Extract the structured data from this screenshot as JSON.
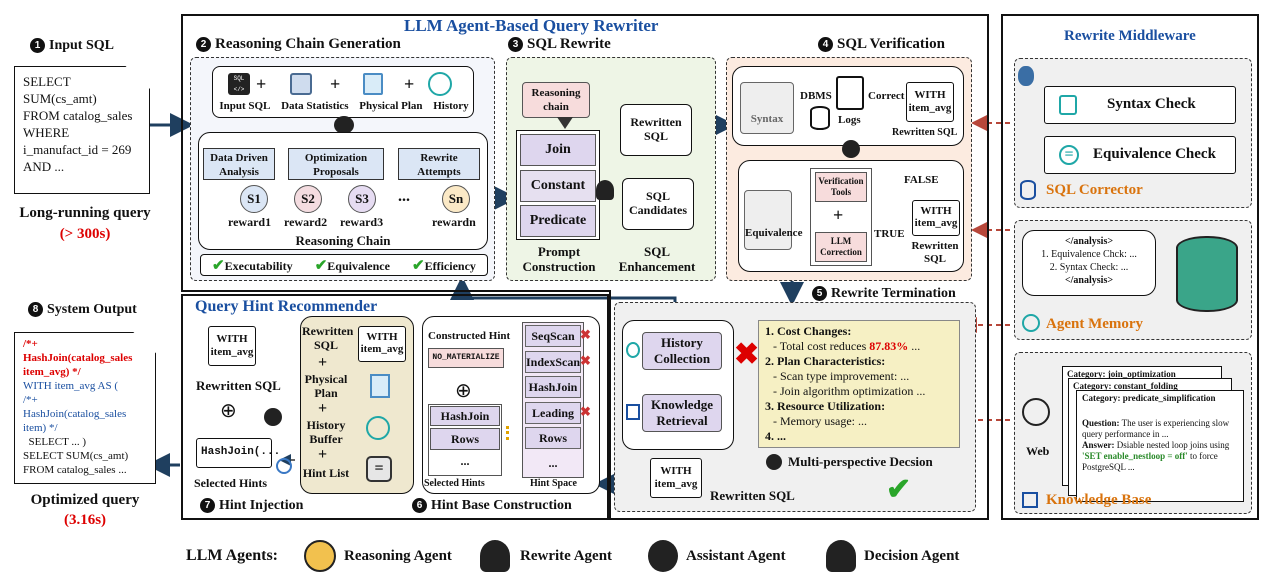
{
  "input": {
    "num": "1",
    "title": "Input SQL",
    "sql_lines": [
      "SELECT",
      "SUM(cs_amt)",
      "FROM catalog_sales",
      "WHERE",
      "i_manufact_id = 269",
      "AND ..."
    ],
    "caption": "Long-running query",
    "time": "(> 300s)"
  },
  "output": {
    "num": "8",
    "title": "System Output",
    "sql_lines": [
      {
        "text": "/*+",
        "color": "#d00"
      },
      {
        "text": "HashJoin(catalog_sales",
        "color": "#d00"
      },
      {
        "text": "item_avg) */",
        "color": "#d00"
      },
      {
        "text": "WITH item_avg AS (",
        "color": "#1a4fa0"
      },
      {
        "text": "/*+",
        "color": "#1a4fa0"
      },
      {
        "text": "HashJoin(catalog_sales",
        "color": "#1a4fa0"
      },
      {
        "text": "item) */",
        "color": "#1a4fa0"
      },
      {
        "text": "  SELECT ... )",
        "color": "#111"
      },
      {
        "text": "SELECT SUM(cs_amt)",
        "color": "#111"
      },
      {
        "text": "FROM catalog_sales ...",
        "color": "#111"
      }
    ],
    "caption": "Optimized query",
    "time": "(3.16s)"
  },
  "rewriter": {
    "title": "LLM Agent-Based Query Rewriter"
  },
  "reasoning": {
    "num": "2",
    "title": "Reasoning Chain Generation",
    "inputs": [
      "Input SQL",
      "Data Statistics",
      "Physical Plan",
      "History"
    ],
    "steps": [
      "Data Driven Analysis",
      "Optimization Proposals",
      "Rewrite Attempts"
    ],
    "states": [
      "S1",
      "S2",
      "S3",
      "Sn"
    ],
    "rewards": [
      "reward1",
      "reward2",
      "reward3",
      "rewardn"
    ],
    "dots": "...",
    "chain_label": "Reasoning Chain",
    "checks": [
      "Executability",
      "Equivalence",
      "Efficiency"
    ]
  },
  "rewrite": {
    "num": "3",
    "title": "SQL Rewrite",
    "chain_label": "Reasoning chain",
    "slots": [
      "Join",
      "Constant",
      "Predicate"
    ],
    "rewritten": "Rewritten SQL",
    "candidates": "SQL Candidates",
    "prompt_label": "Prompt Construction",
    "enh_label": "SQL Enhancement"
  },
  "verification": {
    "num": "4",
    "title": "SQL Verification",
    "syntax": "Syntax",
    "dbms": "DBMS",
    "logs": "Logs",
    "correct": "Correct",
    "with": "WITH item_avg",
    "rewritten_sql": "Rewritten SQL",
    "equivalence": "Equivalence",
    "tools": "Verification Tools",
    "llm_corr": "LLM Correction",
    "false": "FALSE",
    "true": "TRUE",
    "rewritten_sql2": "Rewritten SQL"
  },
  "termination": {
    "num": "5",
    "title": "Rewrite Termination",
    "history": "History Collection",
    "knowledge": "Knowledge Retrieval",
    "report": [
      {
        "head": "1. Cost Changes:",
        "items": [
          "- Total cost reduces |87.83%| ..."
        ]
      },
      {
        "head": "2. Plan Characteristics:",
        "items": [
          "- Scan type improvement: ...",
          "- Join algorithm optimization ..."
        ]
      },
      {
        "head": "3. Resource Utilization:",
        "items": [
          "- Memory usage: ..."
        ]
      },
      {
        "head": "4. ...",
        "items": []
      }
    ],
    "decision": "Multi-perspective Decsion",
    "with": "WITH item_avg",
    "rewritten_sql": "Rewritten SQL"
  },
  "hint": {
    "title": "Query Hint Recommender",
    "inj_num": "7",
    "inj_title": "Hint Injection",
    "base_num": "6",
    "base_title": "Hint Base Construction",
    "with": "WITH item_avg",
    "rewritten_sql": "Rewritten SQL",
    "oplus": "⊕",
    "hashjoin_box": "HashJoin(...",
    "selected_hints": "Selected Hints",
    "buffer_items": [
      "Rewritten SQL",
      "Physical Plan",
      "History Buffer",
      "Hint List"
    ],
    "buffer_with": "WITH item_avg",
    "constructed": "Constructed Hint",
    "no_mat": "NO_MATERIALIZE",
    "sel_items": [
      "HashJoin",
      "Rows",
      "..."
    ],
    "sel_label": "Selected Hints",
    "space_items": [
      "SeqScan",
      "IndexScan",
      "HashJoin",
      "Leading",
      "Rows",
      "..."
    ],
    "space_crossed": [
      true,
      true,
      false,
      true,
      false,
      false
    ],
    "space_label": "Hint Space"
  },
  "middleware": {
    "title": "Rewrite Middleware",
    "syntax_check": "Syntax Check",
    "equiv_check": "Equivalence Check",
    "corrector": "SQL Corrector",
    "memory_lines": [
      "</analysis>",
      "1. Equivalence Chck: ...",
      "2. Syntax Check: ...",
      "</analysis>"
    ],
    "agent_memory": "Agent Memory",
    "kb_cats": [
      "Category: join_optimization",
      "Category: constant_folding",
      "Category: predicate_simplification"
    ],
    "web": "Web",
    "question_label": "Question:",
    "question": "The user is experiencing slow query performance in ...",
    "answer_label": "Answer:",
    "answer_pre": "Dsiable nested loop joins using",
    "answer_code": "'SET enable_nestloop = off'",
    "answer_post": "to force PostgreSQL ...",
    "kb": "Knowledge Base"
  },
  "legend": {
    "title": "LLM Agents:",
    "agents": [
      "Reasoning Agent",
      "Rewrite Agent",
      "Assistant Agent",
      "Decision Agent"
    ]
  },
  "colors": {
    "accent_blue": "#1a4fa0",
    "orange": "#d9730d",
    "red": "#d00",
    "green_check": "#2aa52a"
  }
}
